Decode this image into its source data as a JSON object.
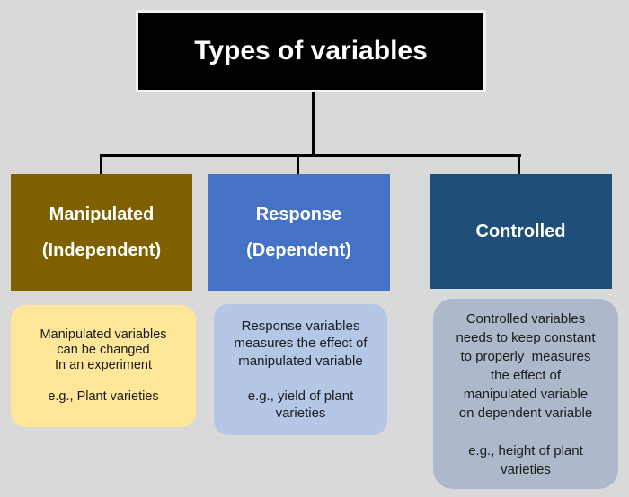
{
  "title": "Types of variables",
  "colors": {
    "background": "#D9D9D9",
    "title_bg": "#000000",
    "title_text": "#FFFFFF",
    "connector": "#000000",
    "manipulated_header_bg": "#7F6000",
    "response_header_bg": "#4472C4",
    "controlled_header_bg": "#1F4E79",
    "manipulated_note_bg": "#FFE699",
    "response_note_bg": "#B4C7E7",
    "controlled_note_bg": "#ADB9CA",
    "header_text": "#FFFFFF",
    "note_text": "#1A1A1A"
  },
  "branches": [
    {
      "id": "manipulated",
      "header_lines": [
        "Manipulated",
        "(Independent)"
      ],
      "note_lines": [
        "Manipulated variables",
        "can be changed",
        "In an experiment",
        "",
        "e.g., Plant varieties"
      ]
    },
    {
      "id": "response",
      "header_lines": [
        "Response",
        "(Dependent)"
      ],
      "note_lines": [
        "Response variables",
        "measures the effect of",
        "manipulated variable",
        "",
        "e.g., yield of plant",
        "varieties"
      ]
    },
    {
      "id": "controlled",
      "header_lines": [
        "Controlled"
      ],
      "note_lines": [
        "Controlled variables",
        "needs to keep constant",
        "to properly  measures",
        "the effect of",
        "manipulated variable",
        "on dependent variable",
        "",
        "e.g., height of plant",
        "varieties"
      ]
    }
  ]
}
